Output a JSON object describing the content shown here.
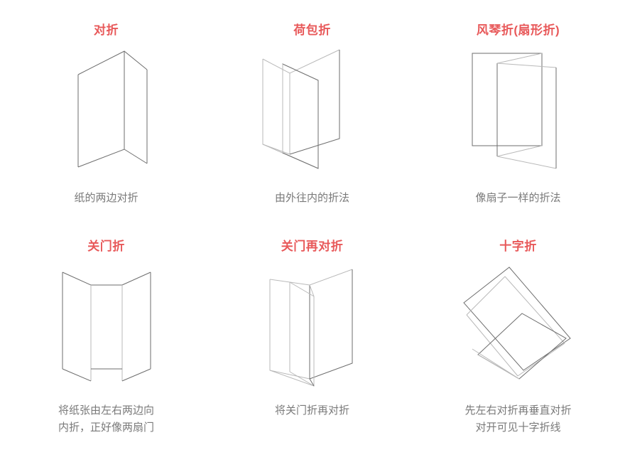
{
  "page": {
    "background_color": "#ffffff",
    "title_color": "#e8595a",
    "caption_color": "#7a7a7a",
    "line_color": "#6e6e6e",
    "line_color_light": "#b9b9b9"
  },
  "folds": [
    {
      "id": "half-fold",
      "title": "对折",
      "caption": "纸的两边对折",
      "diagram": "half-fold-diagram"
    },
    {
      "id": "wallet-fold",
      "title": "荷包折",
      "caption": "由外往内的折法",
      "diagram": "wallet-fold-diagram"
    },
    {
      "id": "accordion-fold",
      "title": "风琴折(扇形折)",
      "caption": "像扇子一样的折法",
      "diagram": "accordion-fold-diagram"
    },
    {
      "id": "gate-fold",
      "title": "关门折",
      "caption": "将纸张由左右两边向\n内折，正好像两扇门",
      "diagram": "gate-fold-diagram"
    },
    {
      "id": "double-gate-fold",
      "title": "关门再对折",
      "caption": "将关门折再对折",
      "diagram": "double-gate-fold-diagram"
    },
    {
      "id": "cross-fold",
      "title": "十字折",
      "caption": "先左右对折再垂直对折\n对开可见十字折线",
      "diagram": "cross-fold-diagram"
    }
  ]
}
